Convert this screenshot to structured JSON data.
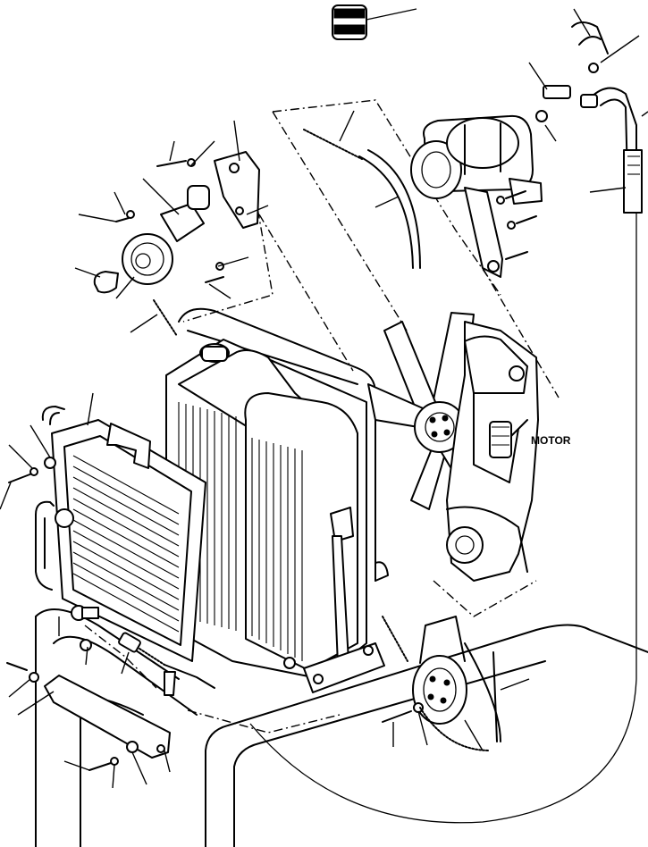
{
  "labels": {
    "motor": "MOTOR"
  },
  "parts": [
    {
      "name": "oil-filter",
      "icon": "cylinder-icon"
    },
    {
      "name": "air-compressor",
      "icon": "compressor-icon"
    },
    {
      "name": "idler-pulley",
      "icon": "pulley-icon"
    },
    {
      "name": "radiator",
      "icon": "radiator-icon"
    },
    {
      "name": "oil-cooler",
      "icon": "cooler-icon"
    },
    {
      "name": "fan",
      "icon": "fan-icon"
    },
    {
      "name": "crankshaft-pulley",
      "icon": "pulley-icon"
    },
    {
      "name": "belt",
      "icon": "belt-icon"
    }
  ]
}
